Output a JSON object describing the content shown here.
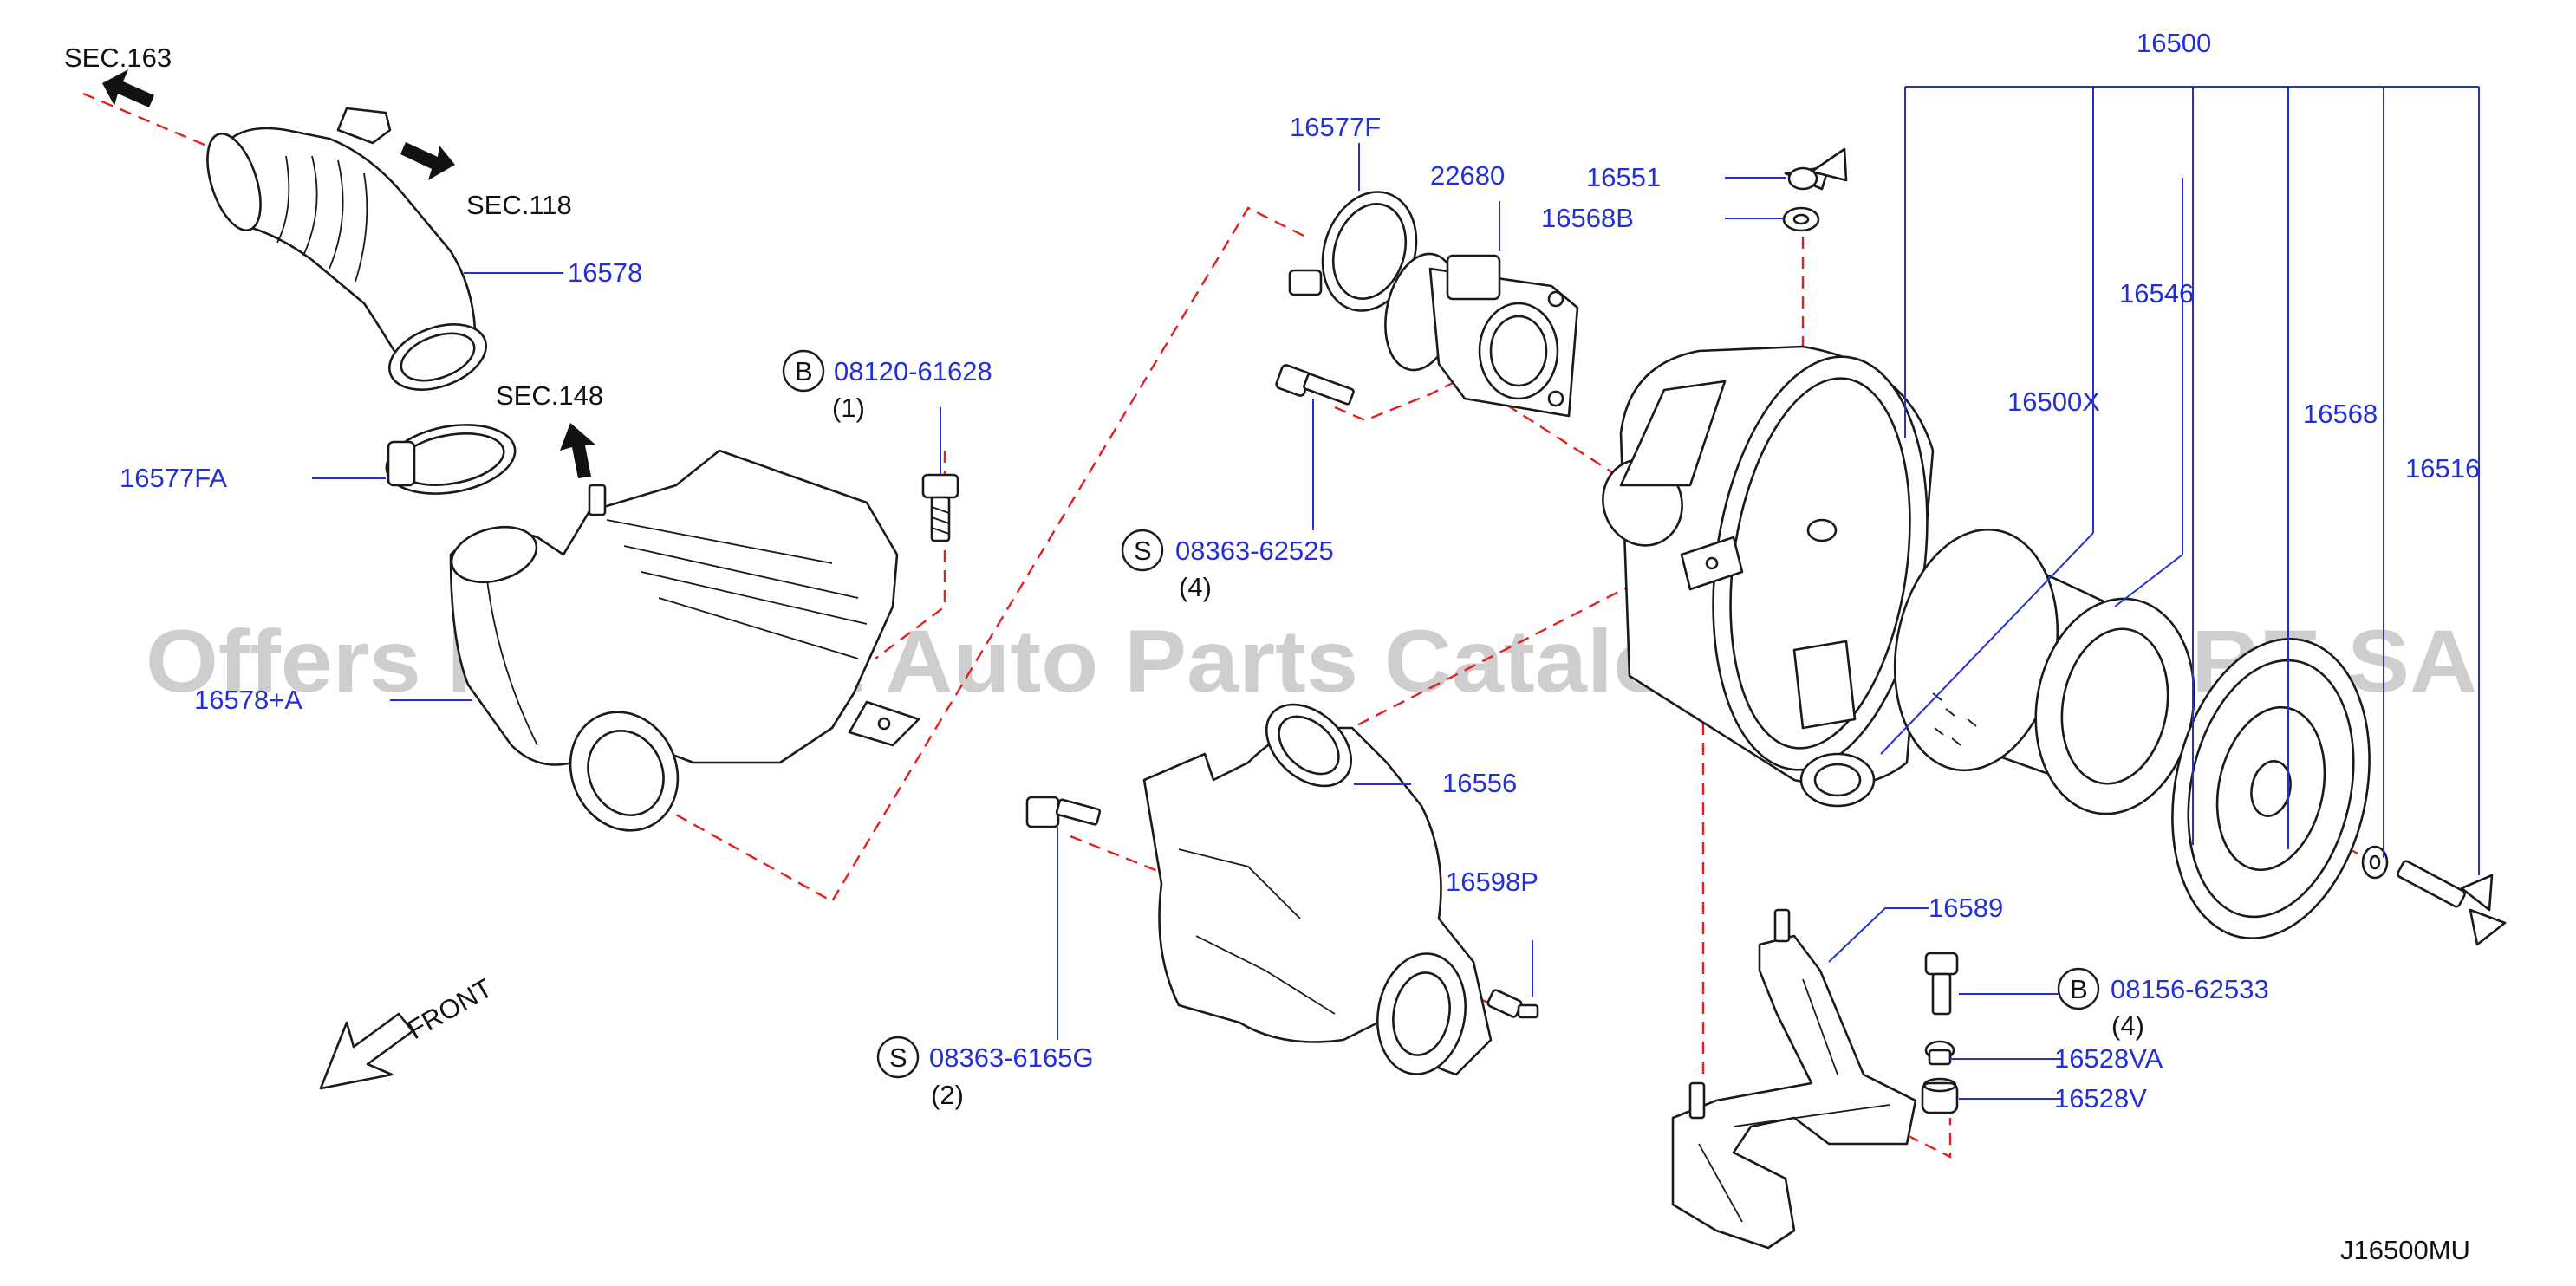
{
  "watermark": "Offers Merchant Auto Parts Catalog PARTSTORE SA",
  "diagram_code": "J16500MU",
  "section_refs": {
    "sec163": "SEC.163",
    "sec118": "SEC.118",
    "sec148": "SEC.148"
  },
  "front_label": "FRONT",
  "parts": {
    "p16500": "16500",
    "p16577F": "16577F",
    "p22680": "22680",
    "p16551": "16551",
    "p16568B": "16568B",
    "p16546": "16546",
    "p16500X": "16500X",
    "p16568": "16568",
    "p16516": "16516",
    "p16578": "16578",
    "p16577FA": "16577FA",
    "p16578A": "16578+A",
    "p16556": "16556",
    "p16598P": "16598P",
    "p16589": "16589",
    "p16528VA": "16528VA",
    "p16528V": "16528V"
  },
  "fasteners": [
    {
      "symbol": "B",
      "code": "08120-61628",
      "qty": "(1)"
    },
    {
      "symbol": "S",
      "code": "08363-62525",
      "qty": "(4)"
    },
    {
      "symbol": "S",
      "code": "08363-6165G",
      "qty": "(2)"
    },
    {
      "symbol": "B",
      "code": "08156-62533",
      "qty": "(4)"
    }
  ],
  "colors": {
    "label": "#2230d6",
    "dash_line": "#e0211f",
    "outline": "#1a1a1a",
    "watermark": "#9e9e9e"
  }
}
